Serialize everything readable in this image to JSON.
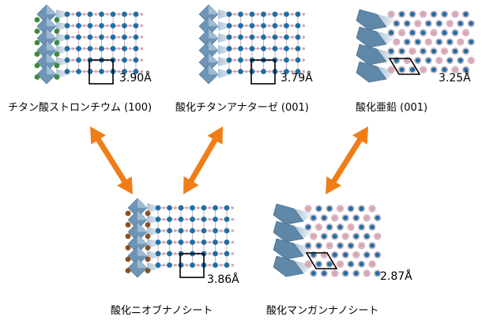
{
  "colors": {
    "octahedron": "#6f95b6",
    "octahedron_light": "#a9c4da",
    "atom_blue": "#1f6fa6",
    "atom_pink": "#d9a3b2",
    "atom_green": "#3e8a3e",
    "atom_brown": "#8a4f1e",
    "arrow": "#f07d16",
    "cell_box": "#000000"
  },
  "structures": [
    {
      "id": "srtio3",
      "name": "チタン酸ストロンチウム (100)",
      "lattice": "3.90Å",
      "cation": "atom_green",
      "cell": "square"
    },
    {
      "id": "anatase",
      "name": "酸化チタンアナターゼ (001)",
      "lattice": "3.79Å",
      "cation": "",
      "cell": "square"
    },
    {
      "id": "zno",
      "name": "酸化亜鉛 (001)",
      "lattice": "3.25Å",
      "cation": "",
      "cell": "rhombus"
    },
    {
      "id": "niobate",
      "name": "酸化ニオブナノシート",
      "lattice": "3.86Å",
      "cation": "atom_brown",
      "cell": "square"
    },
    {
      "id": "mno2",
      "name": "酸化マンガンナノシート",
      "lattice": "2.87Å",
      "cation": "",
      "cell": "rhombus"
    }
  ],
  "arrows": [
    {
      "from": "niobate",
      "to": "srtio3",
      "style": "double-headed"
    },
    {
      "from": "niobate",
      "to": "anatase",
      "style": "double-headed"
    },
    {
      "from": "mno2",
      "to": "zno",
      "style": "double-headed"
    }
  ]
}
